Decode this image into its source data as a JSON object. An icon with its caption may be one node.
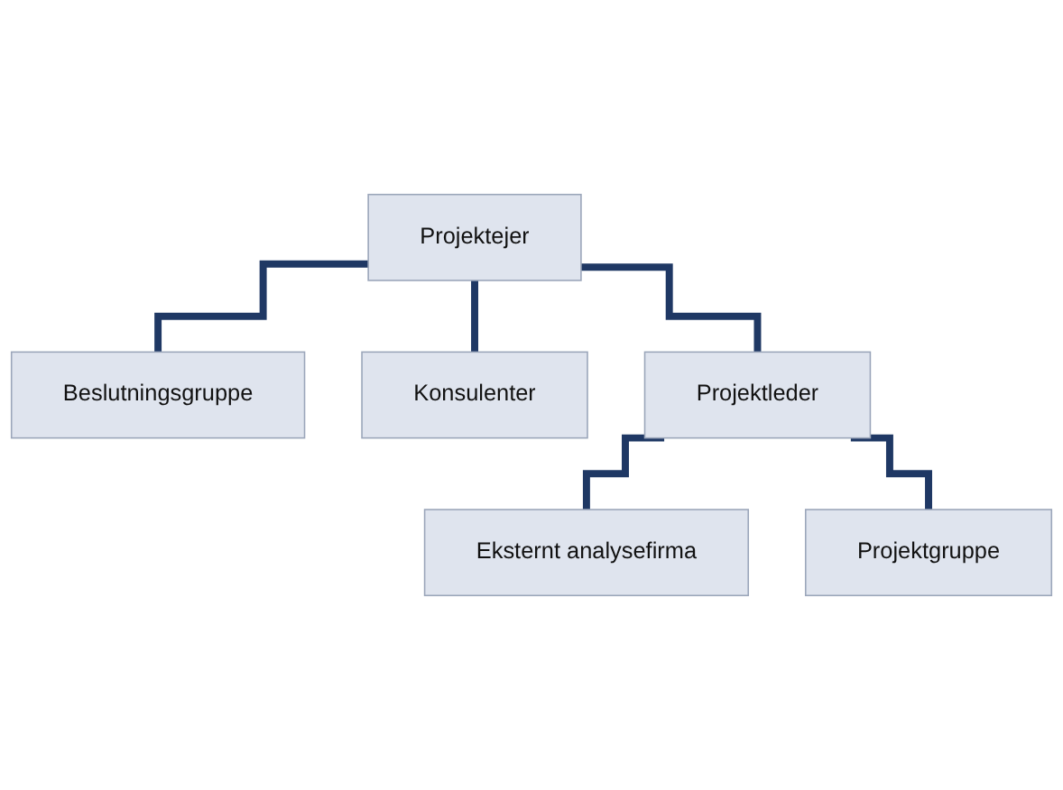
{
  "diagram": {
    "nodes": [
      {
        "text": [
          "Projektejer"
        ]
      },
      {
        "text": [
          "Beslutningsgruppe"
        ]
      },
      {
        "text": [
          "Konsulenter"
        ]
      },
      {
        "text": [
          "Projektleder"
        ]
      },
      {
        "text": [
          "Eksternt analysefirma"
        ]
      },
      {
        "text": [
          "Projektgruppe"
        ]
      }
    ],
    "edges": [
      {
        "from": 0,
        "to": 1,
        "arrow": "none"
      },
      {
        "from": 0,
        "to": 2,
        "arrow": "none"
      },
      {
        "from": 0,
        "to": 3,
        "arrow": "none"
      },
      {
        "from": 3,
        "to": 4,
        "arrow": "none"
      },
      {
        "from": 3,
        "to": 5,
        "arrow": "none"
      }
    ]
  }
}
